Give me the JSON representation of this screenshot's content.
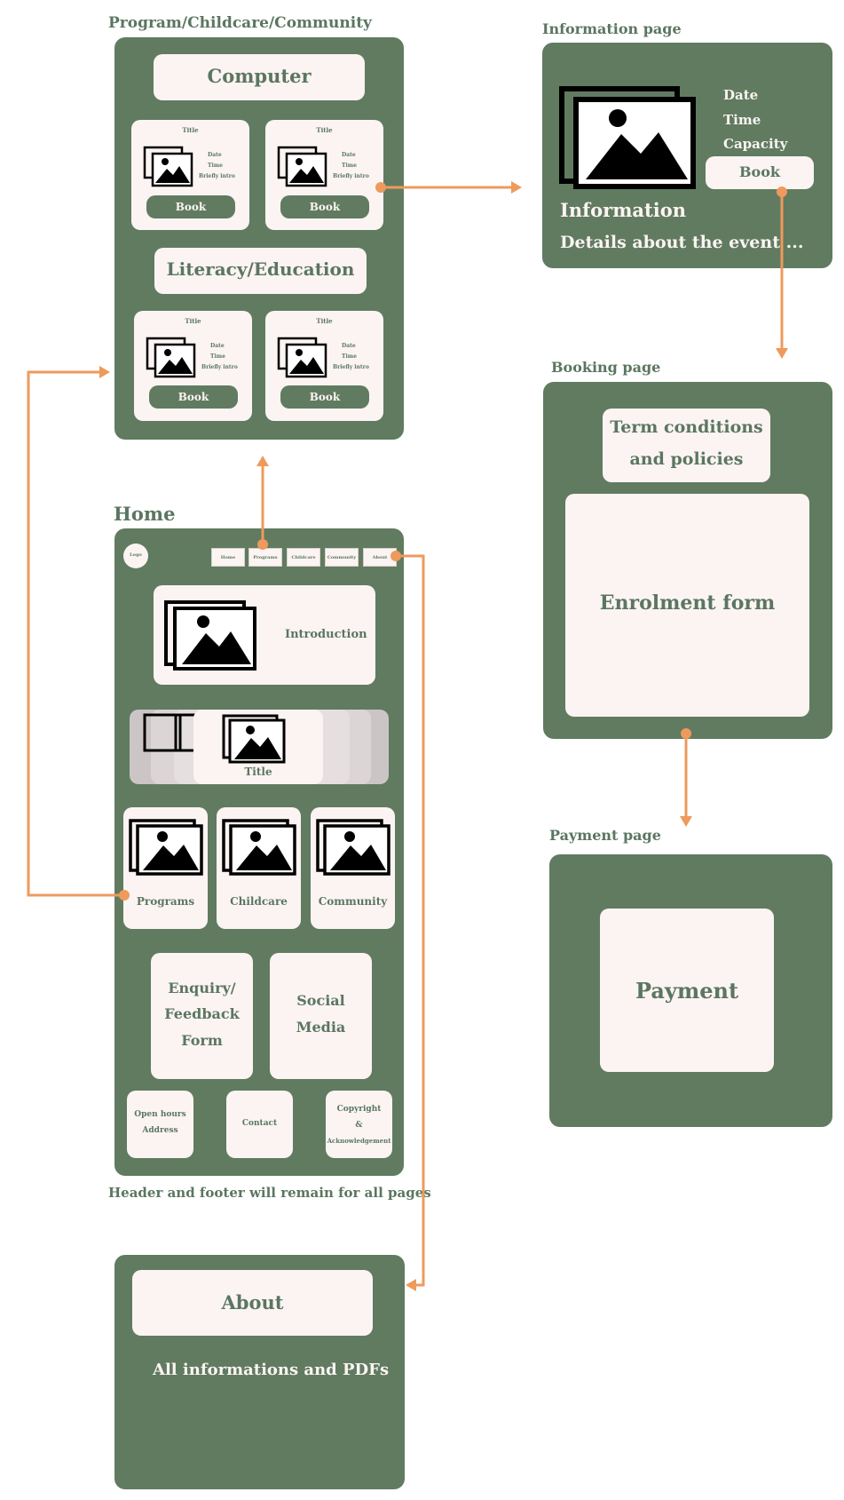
{
  "labels": {
    "program_page": "Program/Childcare/Community",
    "information_page": "Information page",
    "booking_page": "Booking page",
    "payment_page": "Payment page",
    "home": "Home",
    "note": "Header and footer will remain for all pages"
  },
  "program": {
    "section1": "Computer",
    "section2": "Literacy/Education",
    "card_title": "Title",
    "card_date": "Date",
    "card_time": "Time",
    "card_brief": "Briefly intro",
    "book": "Book"
  },
  "info": {
    "date": "Date",
    "time": "Time",
    "capacity": "Capacity",
    "book": "Book",
    "information": "Information",
    "details": "Details about the event ..."
  },
  "booking": {
    "terms_line1": "Term conditions",
    "terms_line2": "and policies",
    "enrolment": "Enrolment form"
  },
  "payment": {
    "payment": "Payment"
  },
  "home_page": {
    "logo": "Logo",
    "nav": [
      "Home",
      "Programs",
      "Childcare",
      "Community",
      "About"
    ],
    "introduction": "Introduction",
    "carousel_title": "Title",
    "tiles": [
      "Programs",
      "Childcare",
      "Community"
    ],
    "enquiry_l1": "Enquiry/",
    "enquiry_l2": "Feedback",
    "enquiry_l3": "Form",
    "social_l1": "Social",
    "social_l2": "Media",
    "hours_l1": "Open hours",
    "hours_l2": "Address",
    "contact": "Contact",
    "copy_l1": "Copyright",
    "copy_l2": "&",
    "copy_l3": "Acknowledgement"
  },
  "about_page": {
    "about": "About",
    "all_info": "All informations and PDFs"
  },
  "colors": {
    "panel": "#617b60",
    "card": "#fbf4f3",
    "text": "#5b7660",
    "arrow": "#ee9a5c"
  },
  "icons": [
    "image-icon",
    "arrow-right",
    "arrow-down",
    "arrow-up",
    "arrow-left"
  ]
}
